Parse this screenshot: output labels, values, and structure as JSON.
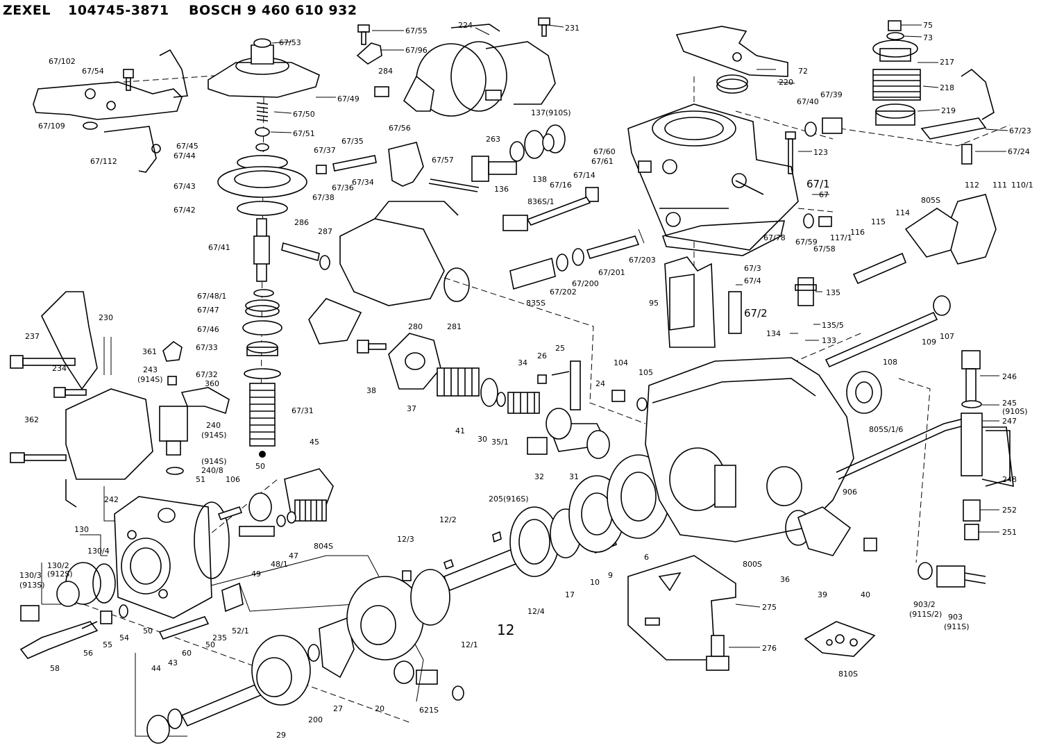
{
  "header": {
    "brand1": "ZEXEL",
    "part_no1": "104745-3871",
    "brand2": "BOSCH",
    "part_no2": "9 460 610 932"
  },
  "labels": {
    "l_67_55": "67/55",
    "l_67_96": "67/96",
    "l_67_53": "67/53",
    "l_224": "224",
    "l_231": "231",
    "l_75": "75",
    "l_73": "73",
    "l_67_102": "67/102",
    "l_67_54": "67/54",
    "l_284": "284",
    "l_72": "72",
    "l_217": "217",
    "l_220": "220",
    "l_218": "218",
    "l_67_49": "67/49",
    "l_67_50": "67/50",
    "l_137": "137(910S)",
    "l_67_40": "67/40",
    "l_67_39": "67/39",
    "l_219": "219",
    "l_67_109": "67/109",
    "l_67_51": "67/51",
    "l_67_56": "67/56",
    "l_263": "263",
    "l_67_23": "67/23",
    "l_67_45": "67/45",
    "l_67_37": "67/37",
    "l_67_35": "67/35",
    "l_67_44": "67/44",
    "l_67_112": "67/112",
    "l_67_57": "67/57",
    "l_67_60": "67/60",
    "l_67_61": "67/61",
    "l_123": "123",
    "l_67_24": "67/24",
    "l_67_43": "67/43",
    "l_67_36": "67/36",
    "l_67_34": "67/34",
    "l_136": "136",
    "l_138": "138",
    "l_67_16": "67/16",
    "l_67_14": "67/14",
    "l_67_1": "67/1",
    "l_67": "67",
    "l_111": "111",
    "l_110_1": "110/1",
    "l_112": "112",
    "l_67_38": "67/38",
    "l_836s_1": "836S/1",
    "l_805s": "805S",
    "l_67_42": "67/42",
    "l_286": "286",
    "l_287": "287",
    "l_114": "114",
    "l_115": "115",
    "l_116": "116",
    "l_117_1": "117/1",
    "l_67_59": "67/59",
    "l_67_58": "67/58",
    "l_67_78": "67/78",
    "l_67_41": "67/41",
    "l_67_203": "67/203",
    "l_67_201": "67/201",
    "l_67_3": "67/3",
    "l_67_4": "67/4",
    "l_67_200": "67/200",
    "l_67_202": "67/202",
    "l_835s": "835S",
    "l_135": "135",
    "l_67_48_1": "67/48/1",
    "l_95": "95",
    "l_67_2": "67/2",
    "l_67_47": "67/47",
    "l_230": "230",
    "l_280": "280",
    "l_281": "281",
    "l_135_5": "135/5",
    "l_107": "107",
    "l_67_46": "67/46",
    "l_134": "134",
    "l_133": "133",
    "l_109": "109",
    "l_237": "237",
    "l_361": "361",
    "l_67_33": "67/33",
    "l_243": "243",
    "l_914s_a": "(914S)",
    "l_234": "234",
    "l_67_32": "67/32",
    "l_360": "360",
    "l_25": "25",
    "l_26": "26",
    "l_34": "34",
    "l_104": "104",
    "l_105": "105",
    "l_108": "108",
    "l_246": "246",
    "l_38": "38",
    "l_24": "24",
    "l_37": "37",
    "l_67_31": "67/31",
    "l_245": "245",
    "l_910s": "(910S)",
    "l_247": "247",
    "l_362": "362",
    "l_240": "240",
    "l_914s_b": "(914S)",
    "l_41": "41",
    "l_30": "30",
    "l_35_1": "35/1",
    "l_805s_1_6": "805S/1/6",
    "l_32": "32",
    "l_31": "31",
    "l_45": "45",
    "l_914s_c": "(914S)",
    "l_240_8": "240/8",
    "l_50a": "50",
    "l_51": "51",
    "l_106": "106",
    "l_242": "242",
    "l_248": "248",
    "l_906": "906",
    "l_205": "205(916S)",
    "l_252": "252",
    "l_130": "130",
    "l_12_2": "12/2",
    "l_251": "251",
    "l_130_2": "130/2",
    "l_130_4": "130/4",
    "l_49": "49",
    "l_48_1": "48/1",
    "l_47": "47",
    "l_804s": "804S",
    "l_912s": "(912S)",
    "l_130_3": "130/3",
    "l_913s": "(913S)",
    "l_12_3": "12/3",
    "l_6": "6",
    "l_800s": "800S",
    "l_10": "10",
    "l_9": "9",
    "l_17": "17",
    "l_36": "36",
    "l_40": "40",
    "l_12_4": "12/4",
    "l_39": "39",
    "l_903_2": "903/2",
    "l_911s_2": "(911S/2)",
    "l_903": "903",
    "l_911s": "(911S)",
    "l_12_1": "12/1",
    "l_275": "275",
    "l_12": "12",
    "l_50b": "50",
    "l_54": "54",
    "l_235": "235",
    "l_52_1": "52/1",
    "l_60": "60",
    "l_56": "56",
    "l_55": "55",
    "l_276": "276",
    "l_58": "58",
    "l_44": "44",
    "l_43": "43",
    "l_50c": "50",
    "l_810s": "810S",
    "l_200": "200",
    "l_27": "27",
    "l_20": "20",
    "l_621s": "621S",
    "l_29": "29"
  }
}
